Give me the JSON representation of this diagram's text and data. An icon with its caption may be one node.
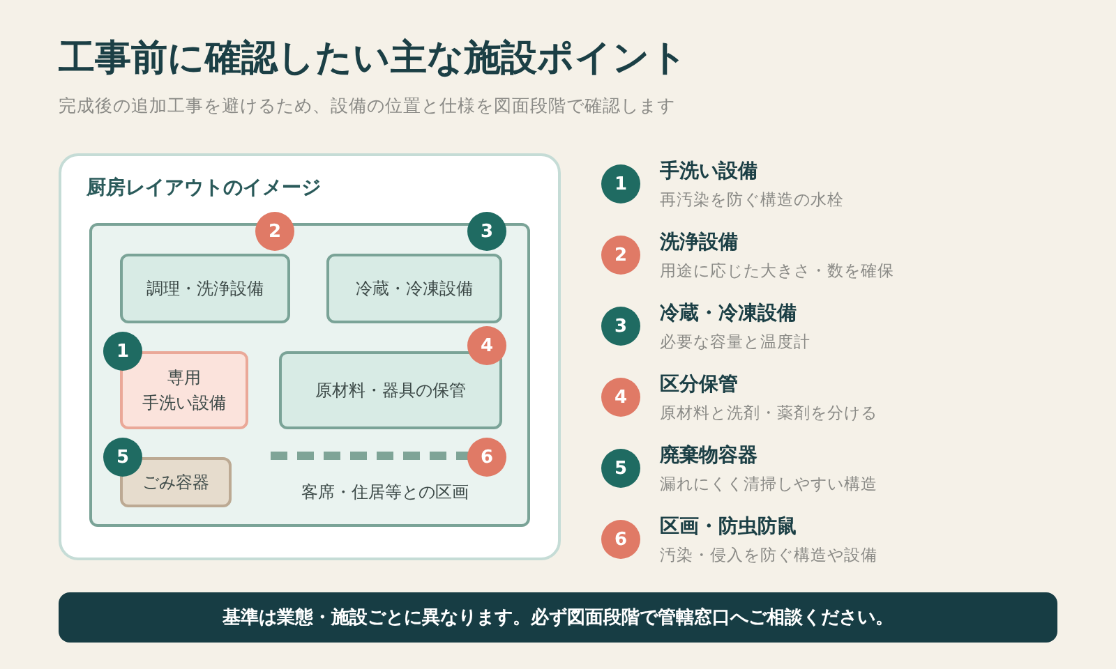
{
  "diagram": {
    "title": "工事前に確認したい主な施設ポイント",
    "nodes": [
      {
        "text": [
          "厨房レイアウトのイメージ"
        ]
      },
      {
        "text": [],
        "shape": "box",
        "in": 0
      },
      {
        "text": [
          "調理・洗浄設備"
        ],
        "in": 1,
        "beside": [
          "2"
        ]
      },
      {
        "text": [
          "冷蔵・冷凍設備"
        ],
        "in": 1,
        "beside": [
          "3"
        ]
      },
      {
        "text": [
          "専用手洗い設備"
        ],
        "in": 1,
        "beside": [
          "1"
        ]
      },
      {
        "text": [
          "原材料・器具の保管"
        ],
        "in": 1,
        "beside": [
          "4"
        ]
      },
      {
        "text": [
          "ごみ容器"
        ],
        "in": 1,
        "beside": [
          "5"
        ]
      },
      {
        "text": [
          "客席・住居等との区画"
        ],
        "in": 1,
        "beside": [
          "6"
        ]
      },
      {
        "text": [
          "手洗い設備",
          "再汚染を防ぐ構造の水栓"
        ],
        "beside": [
          "1"
        ]
      },
      {
        "text": [
          "洗浄設備",
          "用途に応じた大きさ・数を確保"
        ],
        "beside": [
          "2"
        ]
      },
      {
        "text": [
          "冷蔵・冷凍設備",
          "必要な容量と温度計"
        ],
        "beside": [
          "3"
        ]
      },
      {
        "text": [
          "区分保管",
          "原材料と洗剤・薬剤を分ける"
        ],
        "beside": [
          "4"
        ]
      },
      {
        "text": [
          "廃棄物容器",
          "漏れにくく清掃しやすい構造"
        ],
        "beside": [
          "5"
        ]
      },
      {
        "text": [
          "区画・防虫防鼠",
          "汚染・侵入を防ぐ構造や設備"
        ],
        "beside": [
          "6"
        ]
      }
    ],
    "labels": [
      "完成後の追加工事を避けるため、設備の位置と仕様を図面段階で確認します",
      "基準は業態・施設ごとに異なります。必ず図面段階で管轄窓口へご相談ください。"
    ]
  }
}
